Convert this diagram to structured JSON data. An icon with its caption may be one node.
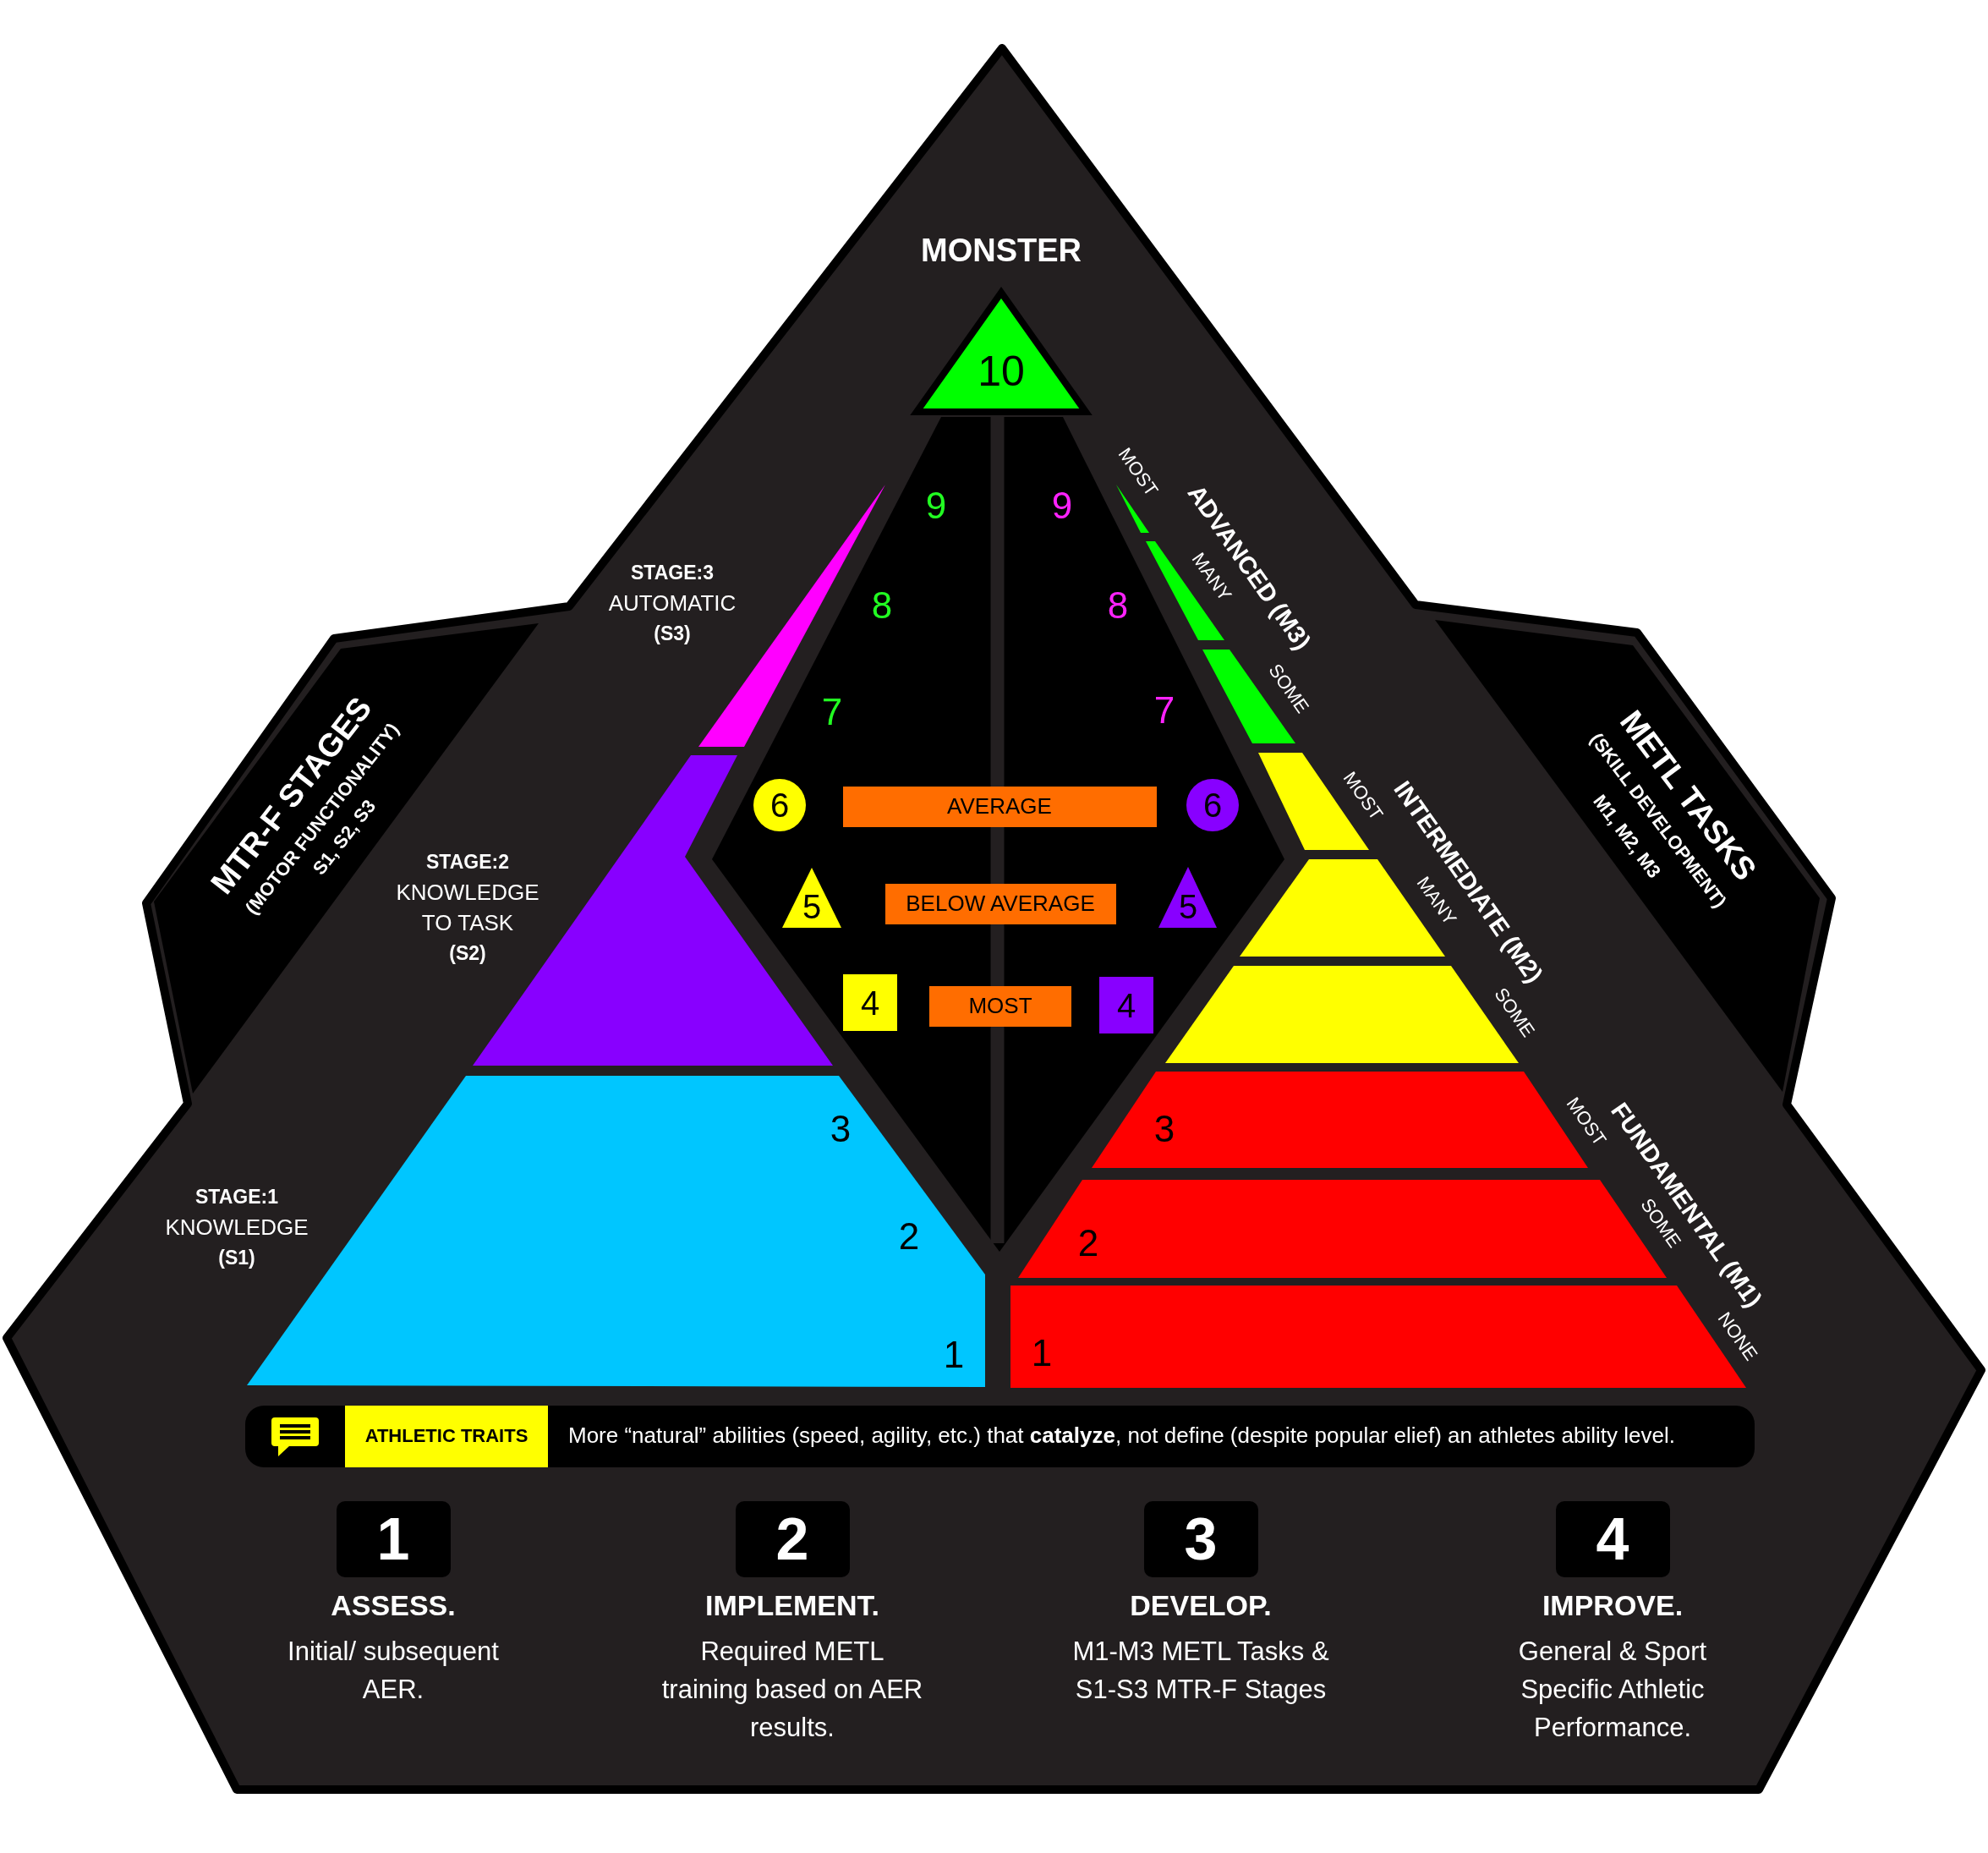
{
  "diagram": {
    "nodes": [
      {
        "text": [
          "MTR-F STAGES",
          "(MOTOR FUNCTIONALITY)",
          "S1, S2, S3"
        ]
      },
      {
        "text": [
          "METL TASKS",
          "(SKILL DEVELOPMENT)",
          "M1, M2, M3"
        ]
      },
      {
        "text": [
          "MONSTER",
          "10"
        ]
      },
      {
        "text": [
          "9",
          "9",
          "8",
          "8",
          "7",
          "7"
        ]
      },
      {
        "text": [
          "6"
        ],
        "in": 3
      },
      {
        "text": [
          "AVERAGE"
        ],
        "in": 3
      },
      {
        "text": [
          "6"
        ],
        "in": 3
      },
      {
        "text": [
          "5"
        ],
        "in": 3
      },
      {
        "text": [
          "BELOW AVERAGE"
        ],
        "in": 3
      },
      {
        "text": [
          "5"
        ],
        "in": 3
      },
      {
        "text": [
          "4"
        ],
        "in": 3
      },
      {
        "text": [
          "MOST"
        ],
        "in": 3
      },
      {
        "text": [
          "4"
        ],
        "in": 3
      },
      {
        "text": [],
        "shape": "triangle",
        "beside": [
          "STAGE:3",
          "AUTOMATIC",
          "(S3)"
        ]
      },
      {
        "text": [],
        "shape": "trapezoid",
        "beside": [
          "STAGE:2",
          "KNOWLEDGE TO TASK",
          "(S2)"
        ]
      },
      {
        "text": [
          "3",
          "2",
          "1"
        ],
        "beside": [
          "STAGE:1",
          "KNOWLEDGE",
          "(S1)"
        ]
      },
      {
        "text": [],
        "shape": "triangle",
        "beside": [
          "MOST"
        ]
      },
      {
        "text": [],
        "shape": "trapezoid",
        "beside": [
          "MANY"
        ]
      },
      {
        "text": [],
        "shape": "trapezoid",
        "beside": [
          "SOME"
        ]
      },
      {
        "text": [],
        "shape": "trapezoid",
        "beside": [
          "MOST"
        ]
      },
      {
        "text": [],
        "shape": "trapezoid",
        "beside": [
          "MANY"
        ]
      },
      {
        "text": [],
        "shape": "trapezoid",
        "beside": [
          "SOME"
        ]
      },
      {
        "text": [
          "3"
        ],
        "beside": [
          "MOST"
        ]
      },
      {
        "text": [
          "2"
        ],
        "beside": [
          "SOME"
        ]
      },
      {
        "text": [
          "1"
        ],
        "beside": [
          "NONE"
        ]
      },
      {
        "text": [
          "More “natural” abilities (speed, agility, etc.) that **catalyze**, not define (despite popular elief) an athletes ability level."
        ]
      },
      {
        "text": [
          "ATHLETIC TRAITS"
        ],
        "in": 25
      },
      {
        "text": [
          "1"
        ],
        "beside": [
          "ASSESS.",
          "Initial/ subsequent AER."
        ]
      },
      {
        "text": [
          "2"
        ],
        "beside": [
          "IMPLEMENT.",
          "Required METL training based on AER results."
        ]
      },
      {
        "text": [
          "3"
        ],
        "beside": [
          "DEVELOP.",
          "M1-M3 METL Tasks & S1-S3 MTR-F Stages"
        ]
      },
      {
        "text": [
          "4"
        ],
        "beside": [
          "IMPROVE.",
          "General & Sport Specific Athletic Performance."
        ]
      }
    ],
    "labels": [
      "ADVANCED (M3)",
      "INTERMEDIATE (M2)",
      "FUNDAMENTAL (M1)"
    ]
  }
}
